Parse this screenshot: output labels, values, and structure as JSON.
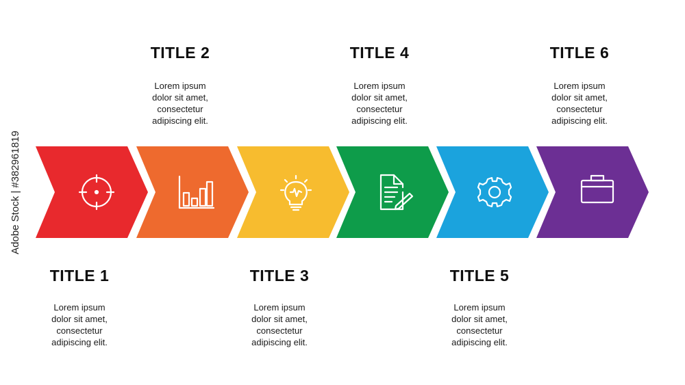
{
  "steps": [
    {
      "title": "TITLE 1",
      "text": "Lorem ipsum\ndolor sit amet,\nconsectetur\nadipiscing elit.",
      "color": "#E8292D",
      "icon": "target-icon"
    },
    {
      "title": "TITLE 2",
      "text": "Lorem ipsum\ndolor sit amet,\nconsectetur\nadipiscing elit.",
      "color": "#EE6A2E",
      "icon": "bar-chart-icon"
    },
    {
      "title": "TITLE 3",
      "text": "Lorem ipsum\ndolor sit amet,\nconsectetur\nadipiscing elit.",
      "color": "#F7BC2F",
      "icon": "lightbulb-icon"
    },
    {
      "title": "TITLE 4",
      "text": "Lorem ipsum\ndolor sit amet,\nconsectetur\nadipiscing elit.",
      "color": "#0E9C4A",
      "icon": "document-edit-icon"
    },
    {
      "title": "TITLE 5",
      "text": "Lorem ipsum\ndolor sit amet,\nconsectetur\nadipiscing elit.",
      "color": "#1BA3DD",
      "icon": "gear-icon"
    },
    {
      "title": "TITLE 6",
      "text": "Lorem ipsum\ndolor sit amet,\nconsectetur\nadipiscing elit.",
      "color": "#6C2F94",
      "icon": "briefcase-icon"
    }
  ],
  "watermark": "Adobe Stock | #382961819"
}
